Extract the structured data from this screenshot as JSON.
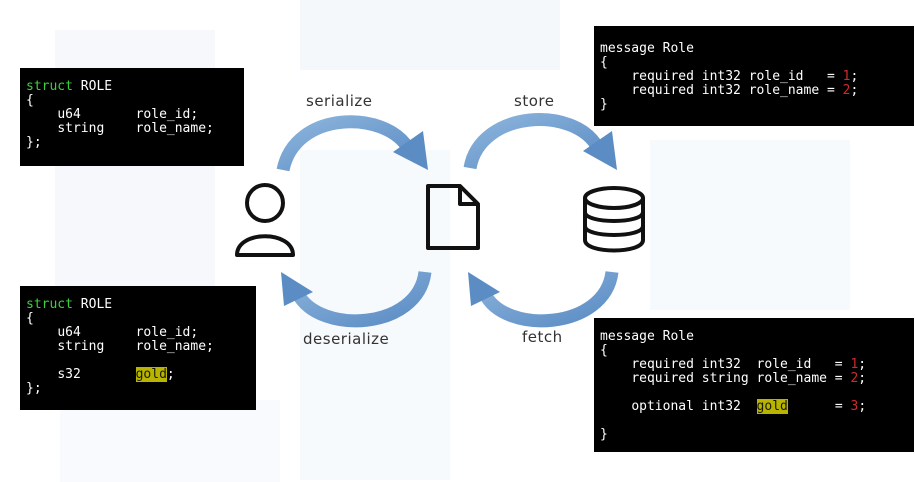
{
  "flow": {
    "serialize": "serialize",
    "deserialize": "deserialize",
    "store": "store",
    "fetch": "fetch"
  },
  "struct_v1": {
    "keyword": "struct",
    "name": "ROLE",
    "open": "{",
    "fields": [
      {
        "type": "u64",
        "name": "role_id;"
      },
      {
        "type": "string",
        "name": "role_name;"
      }
    ],
    "close": "};"
  },
  "struct_v2": {
    "keyword": "struct",
    "name": "ROLE",
    "open": "{",
    "fields": [
      {
        "type": "u64",
        "name": "role_id;"
      },
      {
        "type": "string",
        "name": "role_name;"
      }
    ],
    "extra": {
      "type": "s32",
      "name": "gold",
      "tail": ";"
    },
    "close": "};"
  },
  "proto_v1": {
    "header": "message Role",
    "open": "{",
    "fields": [
      {
        "decl": "required int32 role_id   = ",
        "num": "1",
        "end": ";"
      },
      {
        "decl": "required int32 role_name = ",
        "num": "2",
        "end": ";"
      }
    ],
    "close": "}"
  },
  "proto_v2": {
    "header": "message Role",
    "open": "{",
    "fields": [
      {
        "decl": "required int32  role_id   = ",
        "num": "1",
        "end": ";"
      },
      {
        "decl": "required string role_name = ",
        "num": "2",
        "end": ";"
      }
    ],
    "extra": {
      "prefix": "optional int32  ",
      "name": "gold",
      "middle": "      = ",
      "num": "3",
      "end": ";"
    },
    "close": "}"
  },
  "colors": {
    "arrow": "#6f9fd0",
    "code_bg": "#000000",
    "keyword": "#3cd13c",
    "number": "#d22a2a",
    "highlight": "#b8b400"
  },
  "icons": {
    "user": "user-icon",
    "file": "file-icon",
    "database": "database-icon"
  }
}
